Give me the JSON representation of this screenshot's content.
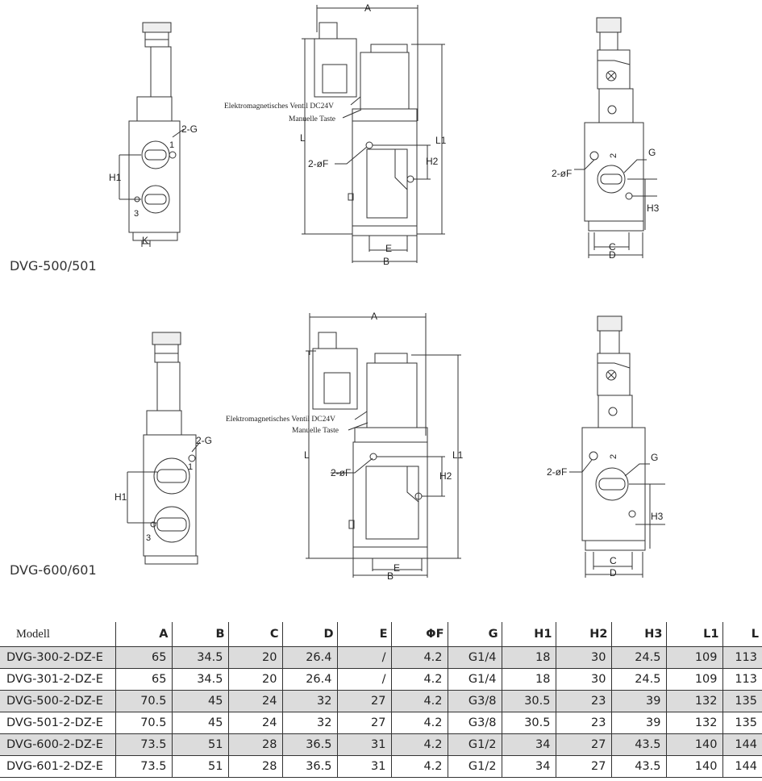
{
  "labels": {
    "A": "A",
    "B": "B",
    "C": "C",
    "D": "D",
    "E": "E",
    "L": "L",
    "L1": "L1",
    "H1": "H1",
    "H2": "H2",
    "H3": "H3",
    "K": "K",
    "G": "G",
    "twoG": "2-G",
    "twoF": "2-øF",
    "port1": "1",
    "port2": "2",
    "port3": "3",
    "solenoid": "Elektromagnetisches Ventil DC24V",
    "manual": "Manuelle Taste"
  },
  "models": {
    "top": "DVG-500/501",
    "bottom": "DVG-600/601"
  },
  "table": {
    "headers": [
      "Modell",
      "A",
      "B",
      "C",
      "D",
      "E",
      "ΦF",
      "G",
      "H1",
      "H2",
      "H3",
      "L1",
      "L"
    ],
    "rows": [
      [
        "DVG-300-2-DZ-E",
        "65",
        "34.5",
        "20",
        "26.4",
        "/",
        "4.2",
        "G1/4",
        "18",
        "30",
        "24.5",
        "109",
        "113"
      ],
      [
        "DVG-301-2-DZ-E",
        "65",
        "34.5",
        "20",
        "26.4",
        "/",
        "4.2",
        "G1/4",
        "18",
        "30",
        "24.5",
        "109",
        "113"
      ],
      [
        "DVG-500-2-DZ-E",
        "70.5",
        "45",
        "24",
        "32",
        "27",
        "4.2",
        "G3/8",
        "30.5",
        "23",
        "39",
        "132",
        "135"
      ],
      [
        "DVG-501-2-DZ-E",
        "70.5",
        "45",
        "24",
        "32",
        "27",
        "4.2",
        "G3/8",
        "30.5",
        "23",
        "39",
        "132",
        "135"
      ],
      [
        "DVG-600-2-DZ-E",
        "73.5",
        "51",
        "28",
        "36.5",
        "31",
        "4.2",
        "G1/2",
        "34",
        "27",
        "43.5",
        "140",
        "144"
      ],
      [
        "DVG-601-2-DZ-E",
        "73.5",
        "51",
        "28",
        "36.5",
        "31",
        "4.2",
        "G1/2",
        "34",
        "27",
        "43.5",
        "140",
        "144"
      ]
    ],
    "shaded_rows": [
      0,
      2,
      4
    ],
    "shade_color": "#dcdcdc"
  }
}
